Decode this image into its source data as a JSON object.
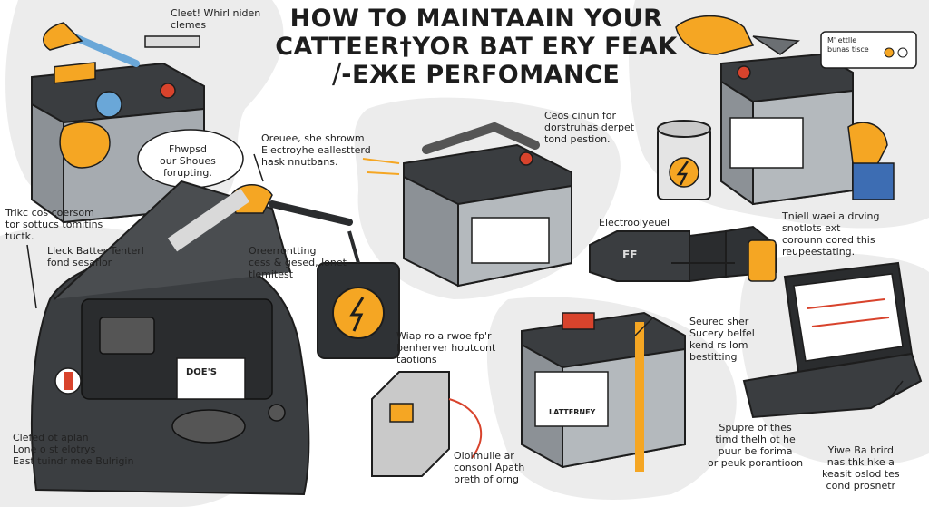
{
  "title": {
    "line1": "HOW  TO MAINTAAIN YOUR",
    "line2": "CATTEER†YOR BAT ERY FEAK",
    "line3": "⧸-EЖE PERFOMANCE"
  },
  "captions": {
    "top_left_note": [
      "Cleet! Whirl niden",
      "clemes"
    ],
    "top_left_bubble": [
      "Fhwpsd",
      "our  Shoues",
      "forupting."
    ],
    "clamp_note": [
      "Oreuee, she shrowm",
      "Electroyhe eallestterd",
      "hask nnutbans."
    ],
    "left_note_1": [
      "Trikc cos coersom",
      "tor sottucs tomitins",
      "tuctk."
    ],
    "left_note_2": [
      "Lleck Batter Tenterl",
      "fond sesaflor"
    ],
    "multimeter_note": [
      "Oreerrontting",
      "cess & gesed, lonet",
      "tlemitest"
    ],
    "bottom_left_note": [
      "Clefed ot aplan",
      "Lone o st elotrys",
      "East tuindr mee Bulrigin"
    ],
    "center_top_note": [
      "Ceos cinun for",
      "dorstruhas derpet",
      "tond pestion."
    ],
    "center_mid_note": [
      "Wiap ro a rwoe fp'r",
      "benherver houtcont",
      "taotions"
    ],
    "center_bottom_note": [
      "Oloimulle ar",
      "consonl Apath",
      "preth of orng"
    ],
    "electrolyte_label": [
      "Electroolyeuel"
    ],
    "right_note_1": [
      "Tniell waei a drving",
      "snotlots ext",
      "corounn cored this",
      "reupeestating."
    ],
    "right_note_2": [
      "Seurec sher",
      "Sucery belfel",
      "kend rs lom",
      "bestitting"
    ],
    "bottom_right_note_1": [
      "Spupre of thes",
      "timd thelh ot he",
      "puur be forima",
      "or peuk porantioon"
    ],
    "bottom_right_note_2": [
      "Yiwe Ba brird",
      "nas thk hke a",
      "keasit oslod tes",
      "cond prosnetr"
    ],
    "top_right_sign": [
      "M' ettlle",
      "bunas tisce"
    ]
  },
  "labels": {
    "engine_battery": "DOE'S",
    "bottom_battery": "LATTERNEY",
    "ff_tool": "FF"
  },
  "colors": {
    "accent": "#f5a623",
    "battery_body": "#8c9196",
    "battery_top": "#3a3d40",
    "bubble_bg": "#ececec",
    "terminal_red": "#d8432c"
  }
}
